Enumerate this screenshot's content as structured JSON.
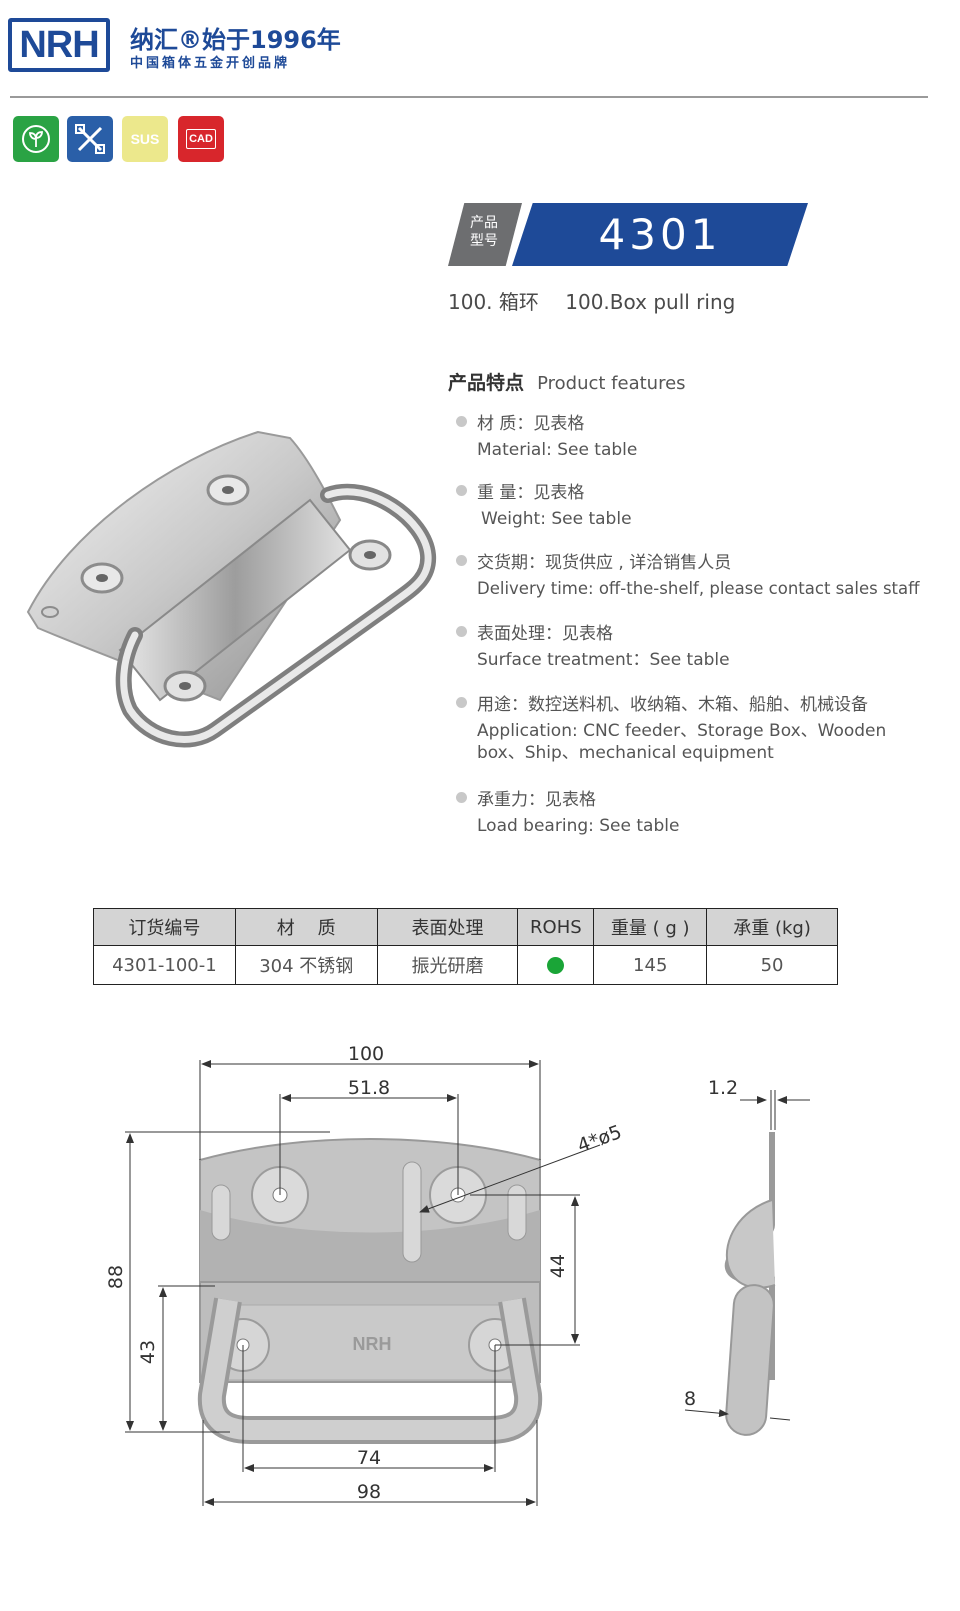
{
  "header": {
    "logo_text": "NRH",
    "brand_title": "纳汇®始于1996年",
    "brand_subtitle": "中国箱体五金开创品牌"
  },
  "badges": [
    {
      "icon": "eco-leaf-icon",
      "color": "#2aa344"
    },
    {
      "icon": "tools-icon",
      "color": "#2a5fa8"
    },
    {
      "label": "SUS",
      "color": "#ece88c"
    },
    {
      "label": "CAD",
      "color": "#d8262c"
    }
  ],
  "product": {
    "model_label_line1": "产品",
    "model_label_line2": "型号",
    "model_number": "4301",
    "name_cn": "100. 箱环",
    "name_en": "100.Box pull ring"
  },
  "features": {
    "title_cn": "产品特点",
    "title_en": "Product features",
    "items": [
      {
        "cn": "材  质：见表格",
        "en": "Material: See table"
      },
      {
        "cn": "重  量：见表格",
        "en": "Weight: See table"
      },
      {
        "cn": "交货期：现货供应 , 详洽销售人员",
        "en": "Delivery time: off-the-shelf, please contact sales staff"
      },
      {
        "cn": "表面处理：见表格",
        "en": "Surface treatment：See table"
      },
      {
        "cn": "用途：数控送料机、收纳箱、木箱、船舶、机械设备",
        "en": "Application: CNC feeder、Storage Box、Wooden box、Ship、mechanical equipment"
      },
      {
        "cn": "承重力：见表格",
        "en": "Load bearing: See table"
      }
    ]
  },
  "spec_table": {
    "headers": [
      "订货编号",
      "材    质",
      "表面处理",
      "ROHS",
      "重量 ( g )",
      "承重 (kg)"
    ],
    "row": {
      "order_no": "4301-100-1",
      "material": "304 不锈钢",
      "surface": "振光研磨",
      "rohs_color": "#1aa537",
      "weight": "145",
      "load": "50"
    }
  },
  "drawing": {
    "dim_100": "100",
    "dim_51_8": "51.8",
    "dim_hole": "4*ø5",
    "dim_88": "88",
    "dim_44": "44",
    "dim_43": "43",
    "dim_74": "74",
    "dim_98": "98",
    "dim_1_2": "1.2",
    "dim_8": "8",
    "plate_logo": "NRH"
  }
}
